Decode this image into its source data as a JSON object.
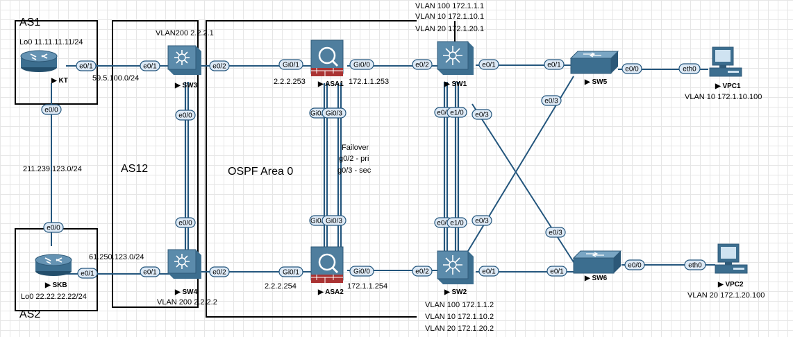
{
  "areas": {
    "as1": "AS1",
    "as2": "AS2",
    "as12": "AS12",
    "ospf": "OSPF Area 0"
  },
  "devices": {
    "kt": "KT",
    "skb": "SKB",
    "sw3": "SW3",
    "sw4": "SW4",
    "asa1": "ASA1",
    "asa2": "ASA2",
    "sw1": "SW1",
    "sw2": "SW2",
    "sw5": "SW5",
    "sw6": "SW6",
    "vpc1": "VPC1",
    "vpc2": "VPC2"
  },
  "labels": {
    "kt_lo": "Lo0 11.11.11.11/24",
    "skb_lo": "Lo0 22.22.22.22/24",
    "net_kt_sw3": "59.5.100.0/24",
    "net_kt_skb": "211.239.123.0/24",
    "net_skb_sw4": "61.250.123.0/24",
    "sw3_vlan": "VLAN200 2.2.2.1",
    "sw4_vlan": "VLAN 200 2.2.2.2",
    "asa1_out": "2.2.2.253",
    "asa2_out": "2.2.2.254",
    "asa1_in": "172.1.1.253",
    "asa2_in": "172.1.1.254",
    "sw1_vlan100": "VLAN 100 172.1.1.1",
    "sw1_vlan10": "VLAN 10 172.1.10.1",
    "sw1_vlan20": "VLAN 20 172.1.20.1",
    "sw2_vlan100": "VLAN 100 172.1.1.2",
    "sw2_vlan10": "VLAN 10 172.1.10.2",
    "sw2_vlan20": "VLAN 20 172.1.20.2",
    "vpc1_ip": "VLAN 10 172.1.10.100",
    "vpc2_ip": "VLAN 20 172.1.20.100",
    "failover_1": "Failover",
    "failover_2": "g0/2 - pri",
    "failover_3": "g0/3 - sec"
  },
  "ports": {
    "e01": "e0/1",
    "e00": "e0/0",
    "e02": "e0/2",
    "e03": "e0/3",
    "e10": "e1/0",
    "gi01": "Gi0/1",
    "gi00": "Gi0/0",
    "gi02": "Gi0/2",
    "gi03": "Gi0/3",
    "eth0": "eth0"
  },
  "colors": {
    "link": "#24567d",
    "device": "#3c6e8f",
    "port_fill": "#dde9f5"
  }
}
